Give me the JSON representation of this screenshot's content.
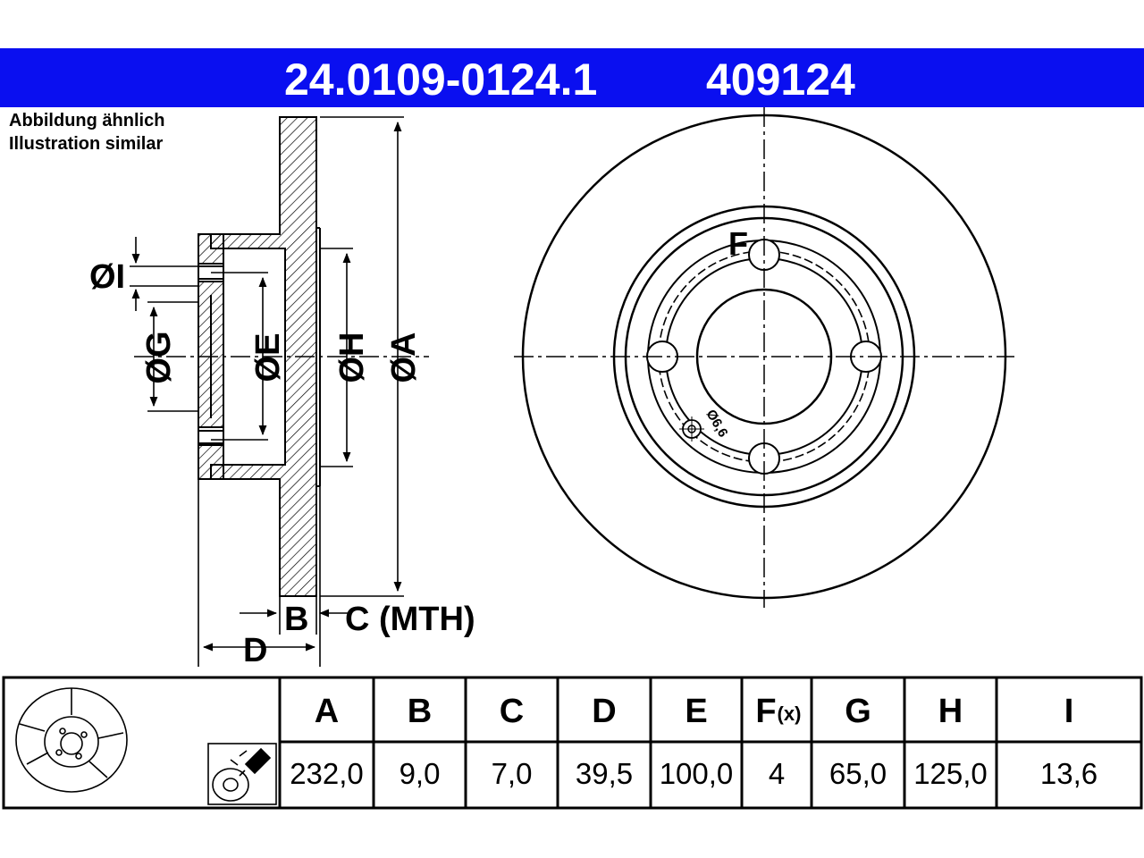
{
  "header": {
    "part_number": "24.0109-0124.1",
    "ref_number": "409124",
    "bar_color": "#0a0ff0"
  },
  "note": {
    "line1": "Abbildung ähnlich",
    "line2": "Illustration similar"
  },
  "section_labels": {
    "dia_i": "ØI",
    "dia_g": "ØG",
    "dia_e": "ØE",
    "dia_h": "ØH",
    "dia_a": "ØA",
    "b": "B",
    "c_mth": "C (MTH)",
    "d": "D"
  },
  "front_labels": {
    "f": "F",
    "hole_dia": "Ø6,6"
  },
  "table": {
    "headers": [
      "A",
      "B",
      "C",
      "D",
      "E",
      "F",
      "G",
      "H",
      "I"
    ],
    "f_suffix": "(x)",
    "values": [
      "232,0",
      "9,0",
      "7,0",
      "39,5",
      "100,0",
      "4",
      "65,0",
      "125,0",
      "13,6"
    ]
  }
}
